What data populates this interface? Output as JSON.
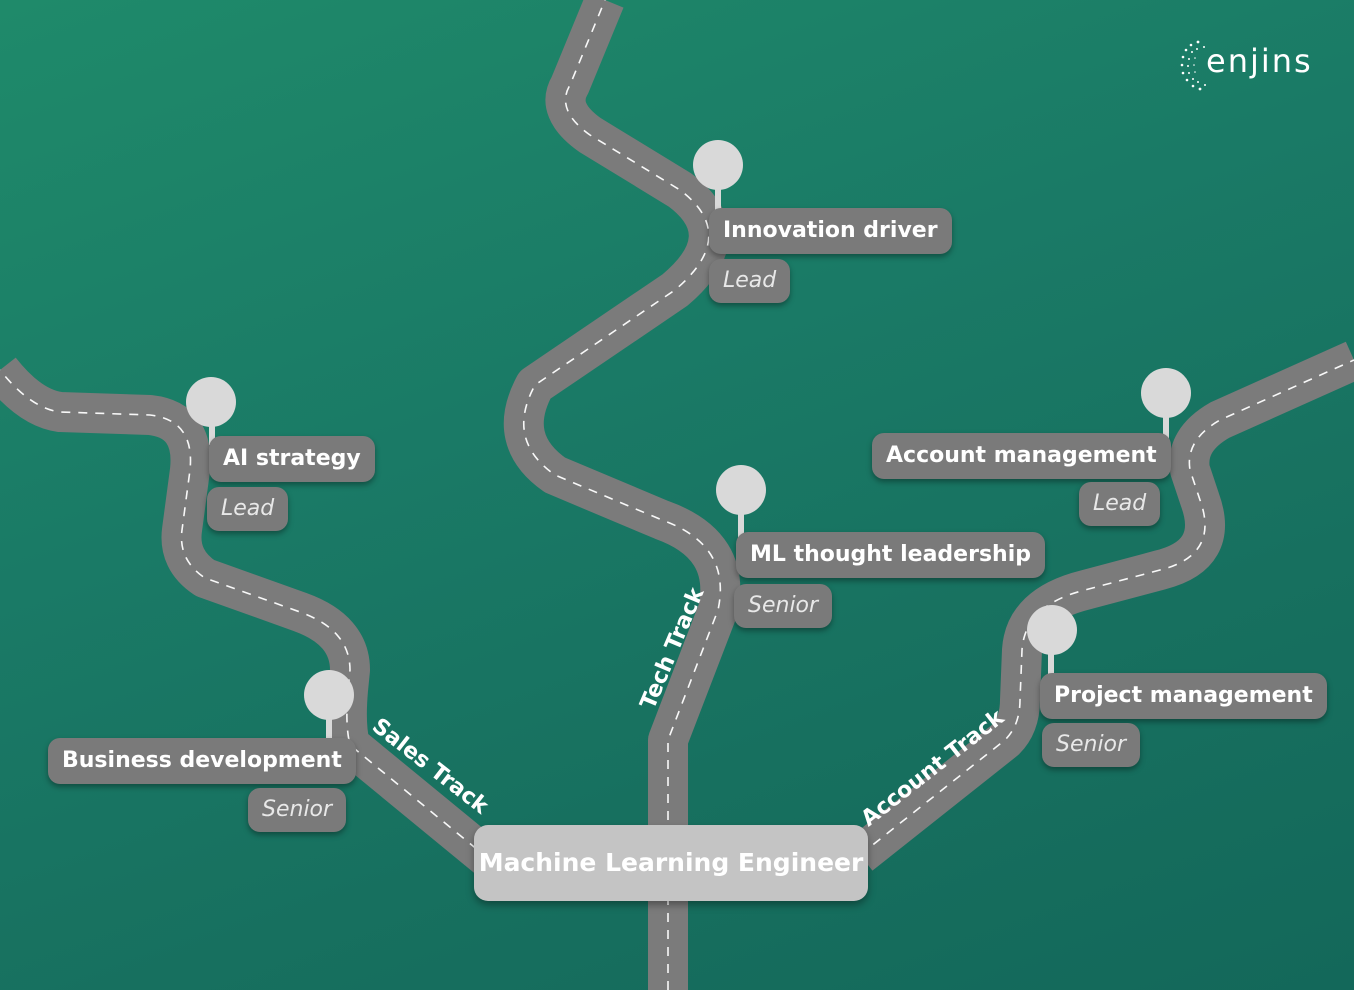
{
  "brand": {
    "logo_text": "enjins"
  },
  "center": {
    "label": "Machine Learning Engineer"
  },
  "tracks": {
    "sales": {
      "label": "Sales Track"
    },
    "tech": {
      "label": "Tech Track"
    },
    "account": {
      "label": "Account Track"
    }
  },
  "milestones": {
    "innovation_driver": {
      "title": "Innovation driver",
      "level": "Lead"
    },
    "ml_thought_leadership": {
      "title": "ML thought leadership",
      "level": "Senior"
    },
    "ai_strategy": {
      "title": "AI strategy",
      "level": "Lead"
    },
    "business_development": {
      "title": "Business development",
      "level": "Senior"
    },
    "account_management": {
      "title": "Account management",
      "level": "Lead"
    },
    "project_management": {
      "title": "Project management",
      "level": "Senior"
    }
  },
  "colors": {
    "background": "#1a7a66",
    "road": "#7b7b7b",
    "pill": "#7a7a7a",
    "pin": "#d9d9d9",
    "center_box": "#c4c4c4",
    "text": "#ffffff"
  }
}
